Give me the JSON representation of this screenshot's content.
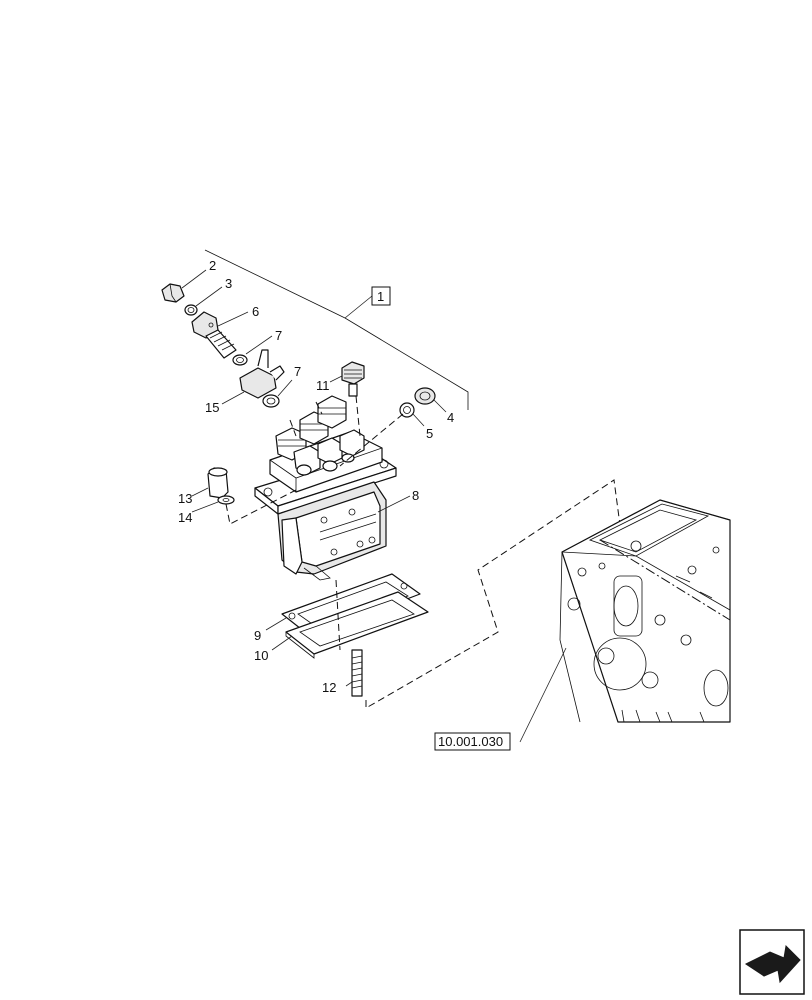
{
  "callouts": {
    "c1": "1",
    "c2": "2",
    "c3": "3",
    "c4": "4",
    "c5": "5",
    "c6": "6",
    "c7a": "7",
    "c7b": "7",
    "c8": "8",
    "c9": "9",
    "c10": "10",
    "c11": "11",
    "c12": "12",
    "c13": "13",
    "c14": "14",
    "c15": "15"
  },
  "reference": "10.001.030",
  "icons": {
    "navigation": "next-page-arrow-icon"
  }
}
